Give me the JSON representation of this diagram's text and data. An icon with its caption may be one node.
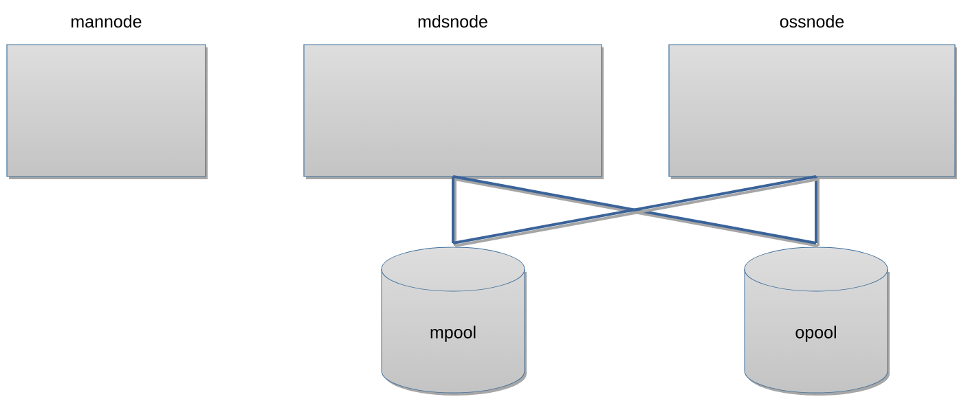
{
  "diagram": {
    "nodes": [
      {
        "text": [
          "mannode"
        ]
      },
      {
        "text": [
          "mdsnode"
        ]
      },
      {
        "text": [
          "ossnode"
        ]
      },
      {
        "text": [
          "mpool"
        ]
      },
      {
        "text": [
          "opool"
        ]
      }
    ],
    "edges": [
      {
        "from": 1,
        "to": 3,
        "arrow": "none"
      },
      {
        "from": 1,
        "to": 4,
        "arrow": "none"
      },
      {
        "from": 2,
        "to": 4,
        "arrow": "none"
      },
      {
        "from": 2,
        "to": 3,
        "arrow": "none"
      }
    ]
  }
}
